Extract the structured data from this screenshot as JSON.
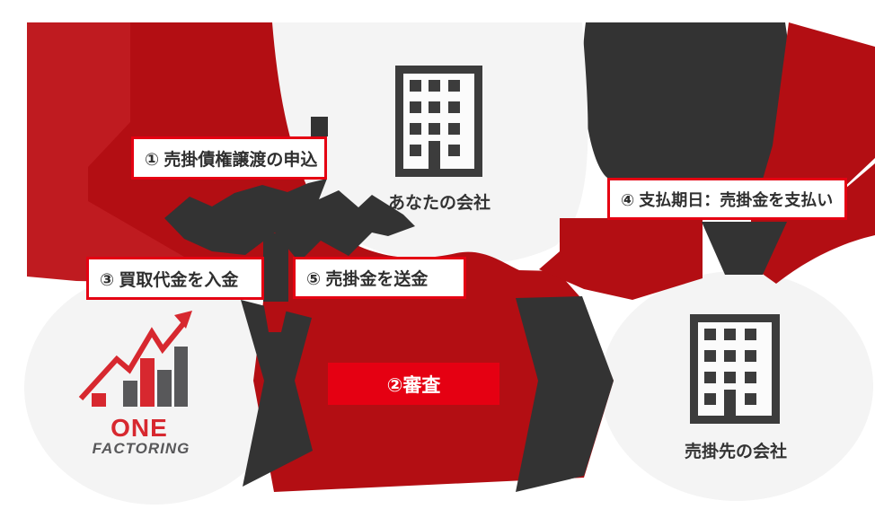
{
  "diagram": {
    "entities": {
      "your_company": {
        "label": "あなたの会社"
      },
      "client_company": {
        "label": "売掛先の会社"
      },
      "factoring_company": {
        "logo_top": "ONE",
        "logo_bottom": "FACTORING"
      }
    },
    "steps": {
      "step1": {
        "label": "① 売掛債権譲渡の申込"
      },
      "step2": {
        "label": "②審査"
      },
      "step3": {
        "label": "③ 買取代金を入金"
      },
      "step4": {
        "label": "④ 支払期日：売掛金を支払い"
      },
      "step5": {
        "label": "⑤ 売掛金を送金"
      }
    },
    "colors": {
      "bright_red": "#e50012",
      "deep_red": "#b30e13",
      "deep_red_light": "#bf1b20",
      "charcoal": "#333333",
      "light_gray": "#f4f4f4",
      "building_gray": "#3c3c3c",
      "label_text": "#2f2f2f",
      "logo_red": "#d7282f",
      "logo_gray": "#58585a"
    }
  }
}
